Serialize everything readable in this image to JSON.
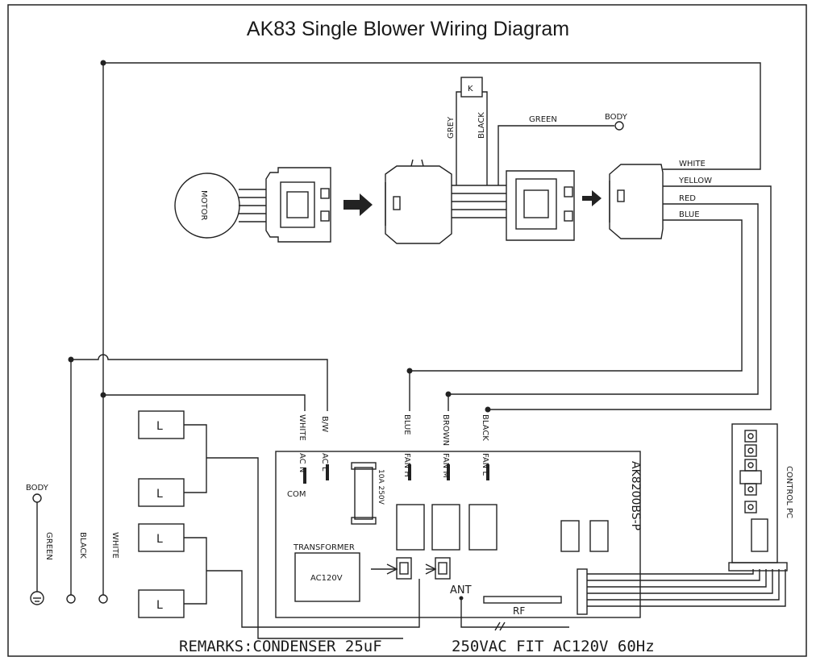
{
  "title": "AK83 Single Blower Wiring Diagram",
  "motor_label": "MOTOR",
  "harness": {
    "grey": "GREY",
    "black": "BLACK",
    "green": "GREEN",
    "body": "BODY",
    "k_symbol": "K"
  },
  "plug_wires": {
    "white": "WHITE",
    "yellow": "YELLOW",
    "red": "RED",
    "blue": "BLUE"
  },
  "board_wires": {
    "white": "WHITE",
    "bw": "B/W",
    "blue": "BLUE",
    "brown": "BROWN",
    "black": "BLACK"
  },
  "board": {
    "model": "AK8200BS-P",
    "acn": "AC N",
    "acl": "AC L",
    "com": "COM",
    "fuse": "10A 250V",
    "fanh": "FAN H",
    "fanm": "FAN M",
    "fanl": "FAN L",
    "transformer": "TRANSFORMER",
    "transformer_rating": "AC120V",
    "ant": "ANT",
    "rf": "RF"
  },
  "lamp_symbol": "L",
  "control_pc": "CONTROL PC",
  "left_leads": {
    "body": "BODY",
    "green": "GREEN",
    "black": "BLACK",
    "white": "WHITE"
  },
  "remarks": {
    "left": "REMARKS:CONDENSER 25uF",
    "right": "250VAC FIT AC120V 60Hz"
  }
}
